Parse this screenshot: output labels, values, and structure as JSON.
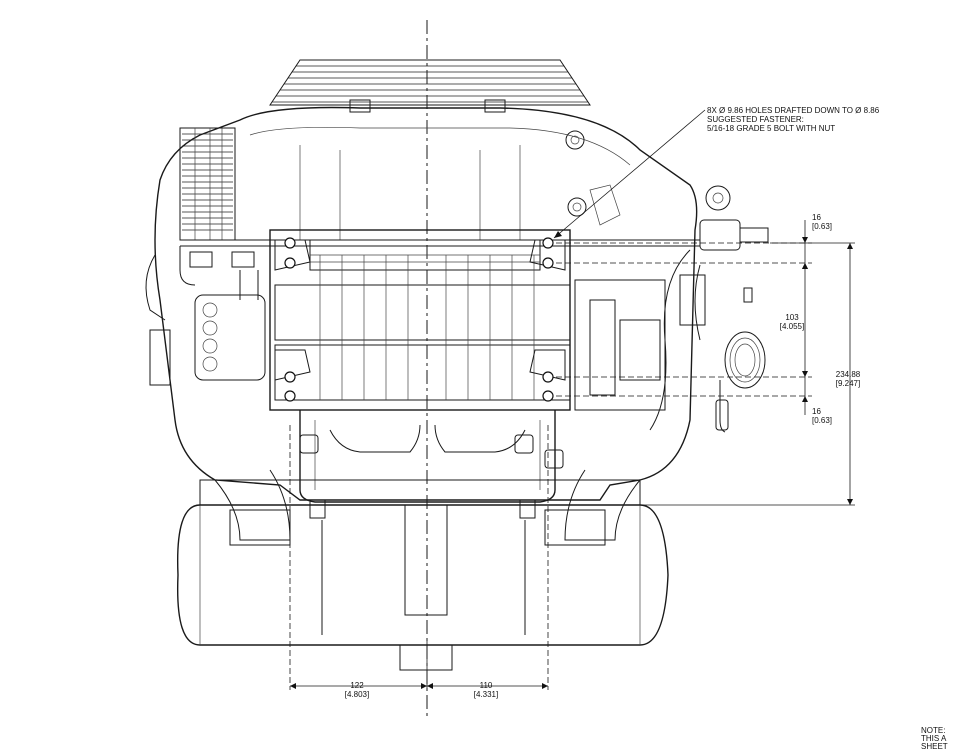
{
  "callout": {
    "line1": "8X Ø 9.86 HOLES DRAFTED DOWN TO Ø 8.86",
    "line2": "SUGGESTED FASTENER:",
    "line3": "5/16-18 GRADE 5 BOLT WITH NUT"
  },
  "dimensions": {
    "top_gap": {
      "mm": "16",
      "in": "[0.63]"
    },
    "hole_spacing": {
      "mm": "103",
      "in": "[4.055]"
    },
    "overall_height": {
      "mm": "234.88",
      "in": "[9.247]"
    },
    "bottom_gap": {
      "mm": "16",
      "in": "[0.63]"
    },
    "left_offset": {
      "mm": "122",
      "in": "[4.803]"
    },
    "right_offset": {
      "mm": "110",
      "in": "[4.331]"
    }
  },
  "note": {
    "label": "NOTE:",
    "line1": "THIS A",
    "line2": "SHEET"
  }
}
